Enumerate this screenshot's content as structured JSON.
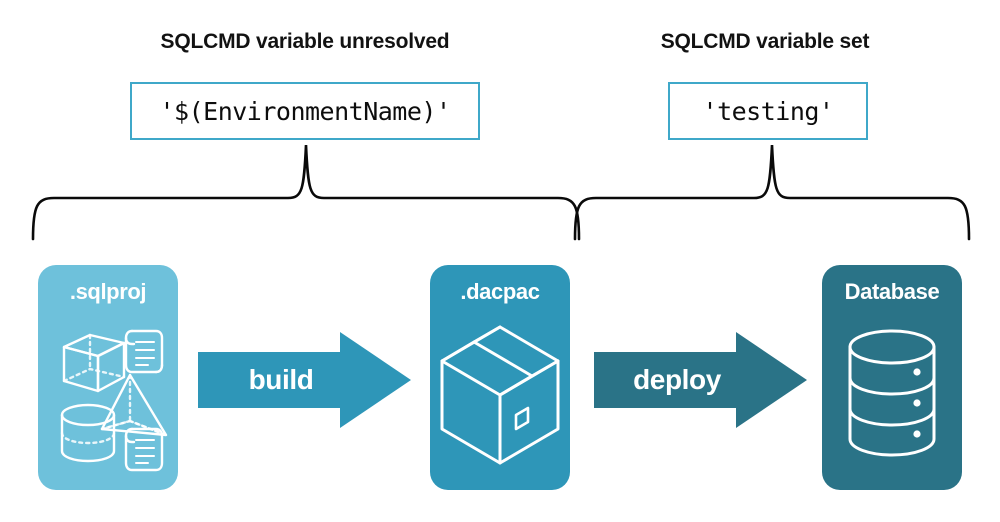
{
  "diagram": {
    "title_left": "SQLCMD variable unresolved",
    "title_right": "SQLCMD variable set",
    "code_left": "'$(EnvironmentName)'",
    "code_right": "'testing'",
    "stages": [
      {
        "label": ".sqlproj",
        "icon": "project-contents-icon",
        "color": "#6EC1DB"
      },
      {
        "label": ".dacpac",
        "icon": "package-box-icon",
        "color": "#2E96B8"
      },
      {
        "label": "Database",
        "icon": "database-cylinder-icon",
        "color": "#2A7387"
      }
    ],
    "arrows": [
      {
        "label": "build",
        "icon": "right-arrow-icon",
        "color": "#2E96B8"
      },
      {
        "label": "deploy",
        "icon": "right-arrow-icon",
        "color": "#2A7387"
      }
    ],
    "braces": [
      {
        "name": "brace-left",
        "icon": "curly-brace-icon"
      },
      {
        "name": "brace-right",
        "icon": "curly-brace-icon"
      }
    ],
    "colors": {
      "light_blue": "#6EC1DB",
      "mid_teal": "#2E96B8",
      "dark_teal": "#2A7387",
      "codebox_border": "#3FA8C9",
      "text": "#121212",
      "background": "#FFFFFF"
    }
  }
}
